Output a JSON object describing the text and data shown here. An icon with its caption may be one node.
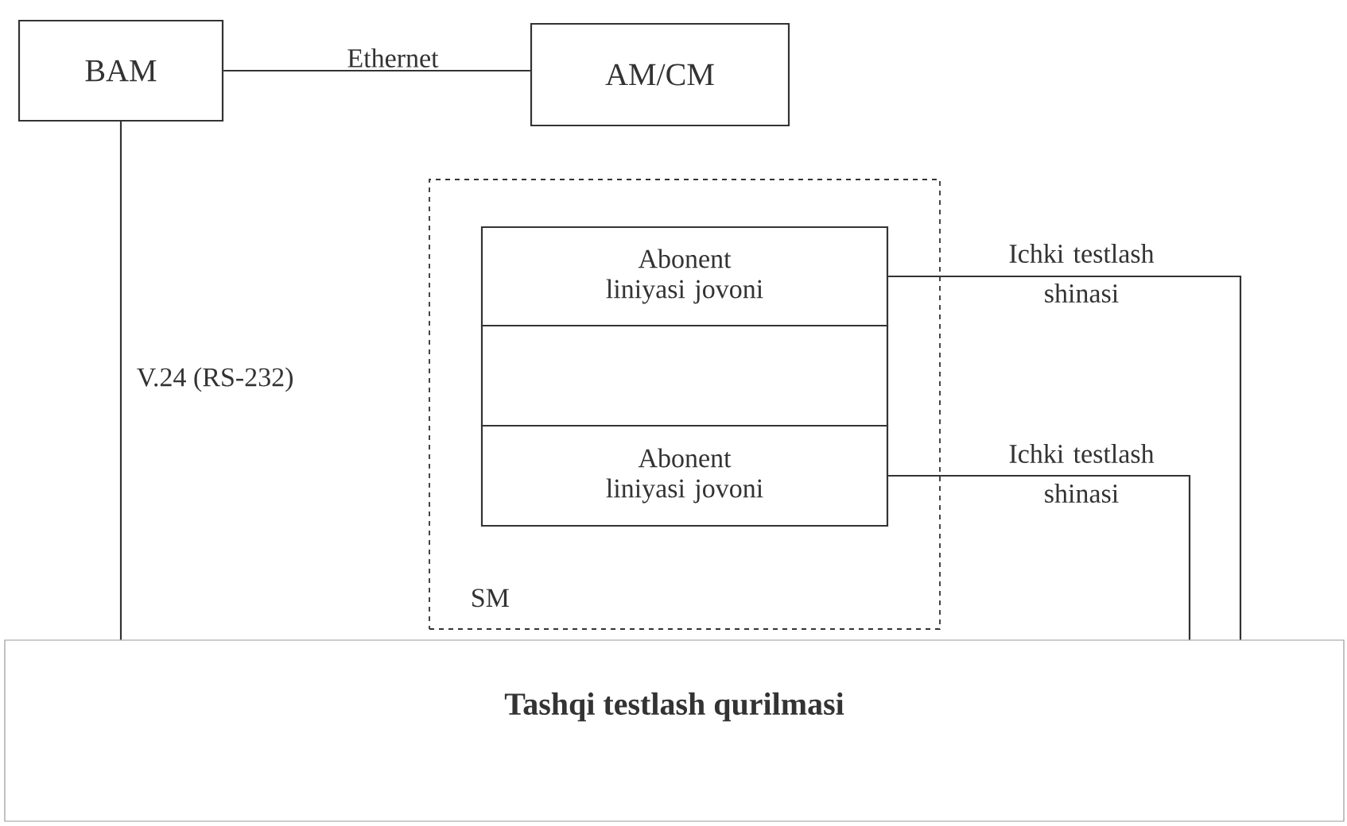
{
  "diagram": {
    "nodes": [
      {
        "text": [
          "BAM"
        ]
      },
      {
        "text": [
          "AM/CM"
        ]
      },
      {
        "text": [
          "SM"
        ]
      },
      {
        "text": [
          "Abonent liniyasi jovoni"
        ],
        "in": 2
      },
      {
        "text": [],
        "shape": "box",
        "in": 2
      },
      {
        "text": [
          "Abonent liniyasi jovoni"
        ],
        "in": 2
      },
      {
        "text": [
          "Tashqi testlash qurilmasi"
        ]
      }
    ],
    "edges": [
      {
        "from": 0,
        "to": 1,
        "arrow": "none",
        "label": "Ethernet"
      },
      {
        "from": 0,
        "to": 6,
        "arrow": "none",
        "label": "V.24 (RS-232)"
      },
      {
        "from": 3,
        "to": 6,
        "arrow": "none",
        "label": "Ichki testlash shinasi"
      },
      {
        "from": 5,
        "to": 6,
        "arrow": "none",
        "label": "Ichki testlash shinasi"
      }
    ]
  }
}
